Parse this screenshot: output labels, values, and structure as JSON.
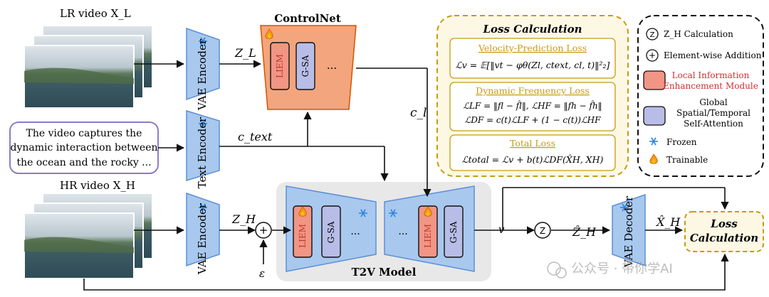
{
  "inputs": {
    "lr_video_label": "LR video X_L",
    "hr_video_label": "HR video X_H",
    "text_prompt_lines": [
      "The video captures the",
      "dynamic interaction between",
      "the ocean and the rocky ..."
    ]
  },
  "modules": {
    "vae_encoder_top": "VAE Encoder",
    "text_encoder": "Text Encoder",
    "vae_encoder_bottom": "VAE Encoder",
    "vae_decoder": "VAE Decoder",
    "controlnet_title": "ControlNet",
    "t2v_title": "T2V Model",
    "liem": "LIEM",
    "gsa": "G-SA",
    "ellipsis": "...",
    "loss_box_line1": "Loss",
    "loss_box_line2": "Calculation"
  },
  "signals": {
    "z_l": "Z_L",
    "c_text": "c_text",
    "c_l": "c_l",
    "z_h": "Z_H",
    "epsilon": "ε",
    "v": "v",
    "z_h_hat": "Ẑ_H",
    "x_h_hat": "X̂_H"
  },
  "loss_panel": {
    "title": "Loss Calculation",
    "velocity_title": "Velocity-Prediction Loss",
    "velocity_formula": "ℒv = 𝔼[‖vt − φθ(Zl, ctext, cl, t)‖²₂]",
    "dynamic_title": "Dynamic Frequency Loss",
    "dynamic_formula_1": "ℒLF = ‖fl − f̂l‖, ℒHF = ‖fh − f̂h‖",
    "dynamic_formula_2": "ℒDF = c(t)ℒLF + (1 − c(t))ℒHF",
    "total_title": "Total Loss",
    "total_formula": "ℒtotal = ℒv + b(t)ℒDF(X̂H, XH)"
  },
  "legend": {
    "zh_calc": "Z_H Calculation",
    "element_add": "Element-wise Addition",
    "liem_lines": [
      "Local Information",
      "Enhancement Module"
    ],
    "gsa_lines": [
      "Global",
      "Spatial/Temporal",
      "Self-Attention"
    ],
    "frozen": "Frozen",
    "trainable": "Trainable"
  },
  "watermark": "公众号 · 带你学AI",
  "colors": {
    "blue_fill": "#a9c8ee",
    "blue_stroke": "#5b8fd6",
    "liem_fill": "#f19585",
    "liem_stroke": "#c0392b",
    "gsa_fill": "#b7bde6",
    "controlnet_fill": "#f3a57d",
    "loss_border": "#c89a10",
    "loss_fill": "#fdf8e4",
    "liem_legend_text": "#d32f2f",
    "video_sky": "#c9d4dc",
    "video_sea": "#3b5e6e"
  }
}
